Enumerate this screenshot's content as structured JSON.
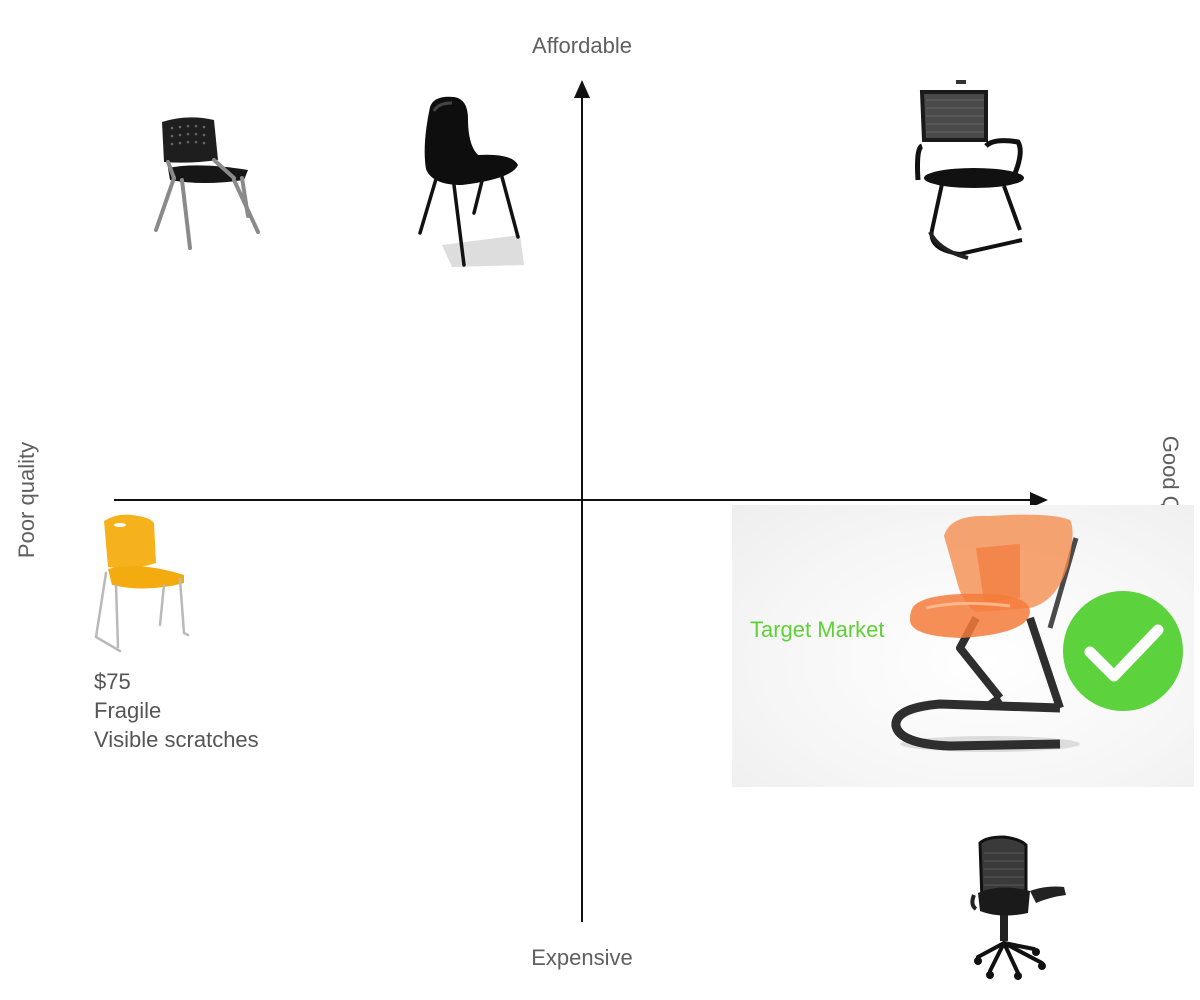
{
  "axes": {
    "top": "Affordable",
    "bottom": "Expensive",
    "left": "Poor quality",
    "right": "Good Quality"
  },
  "note": {
    "line1": "$75",
    "line2": "Fragile",
    "line3": "Visible scratches"
  },
  "target_label": "Target Market",
  "colors": {
    "target_text": "#5fd136",
    "check_badge": "#5cd23c",
    "yellow_chair": "#f5b21c",
    "orange_chair": "#f58a4b"
  },
  "icons": [
    "check-icon"
  ]
}
